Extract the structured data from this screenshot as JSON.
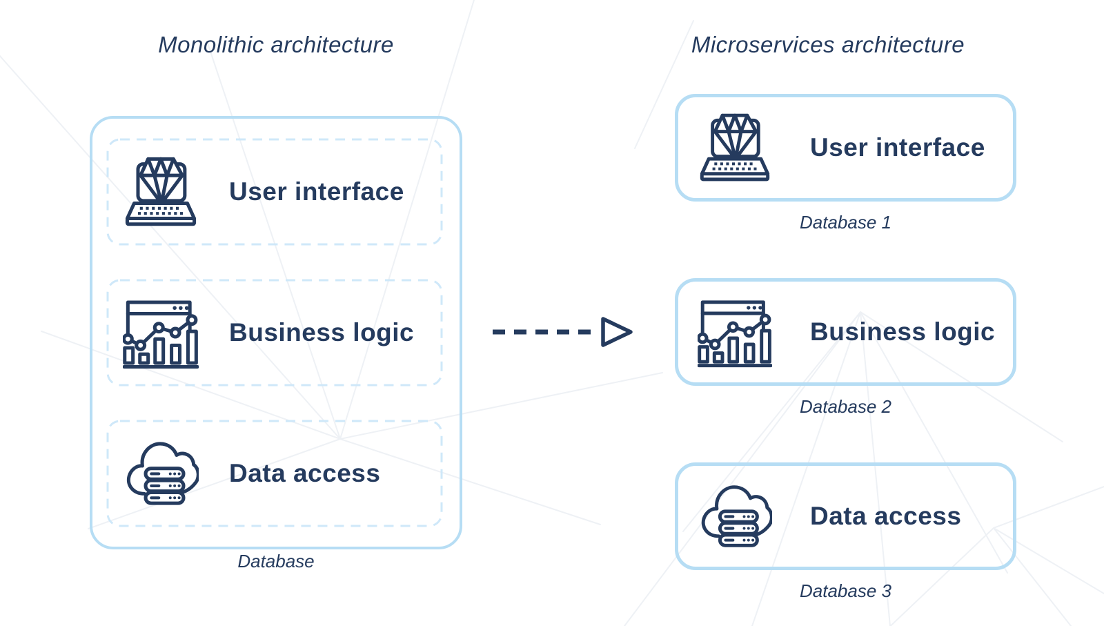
{
  "palette": {
    "navy": "#253b5e",
    "box_border": "#b6ddf4",
    "dashed_border": "#cfe8f9",
    "background": "#ffffff",
    "mesh_line": "#eef1f5"
  },
  "monolith": {
    "title": "Monolithic architecture",
    "database_label": "Database",
    "layers": [
      {
        "label": "User interface",
        "icon": "laptop-diamond-icon"
      },
      {
        "label": "Business logic",
        "icon": "analytics-window-icon"
      },
      {
        "label": "Data access",
        "icon": "cloud-servers-icon"
      }
    ]
  },
  "arrow": {
    "direction": "right",
    "style": "dashed",
    "icon": "dashed-arrow-right-icon"
  },
  "microservices": {
    "title": "Microservices architecture",
    "services": [
      {
        "label": "User interface",
        "icon": "laptop-diamond-icon",
        "database_label": "Database 1"
      },
      {
        "label": "Business logic",
        "icon": "analytics-window-icon",
        "database_label": "Database 2"
      },
      {
        "label": "Data access",
        "icon": "cloud-servers-icon",
        "database_label": "Database 3"
      }
    ]
  }
}
